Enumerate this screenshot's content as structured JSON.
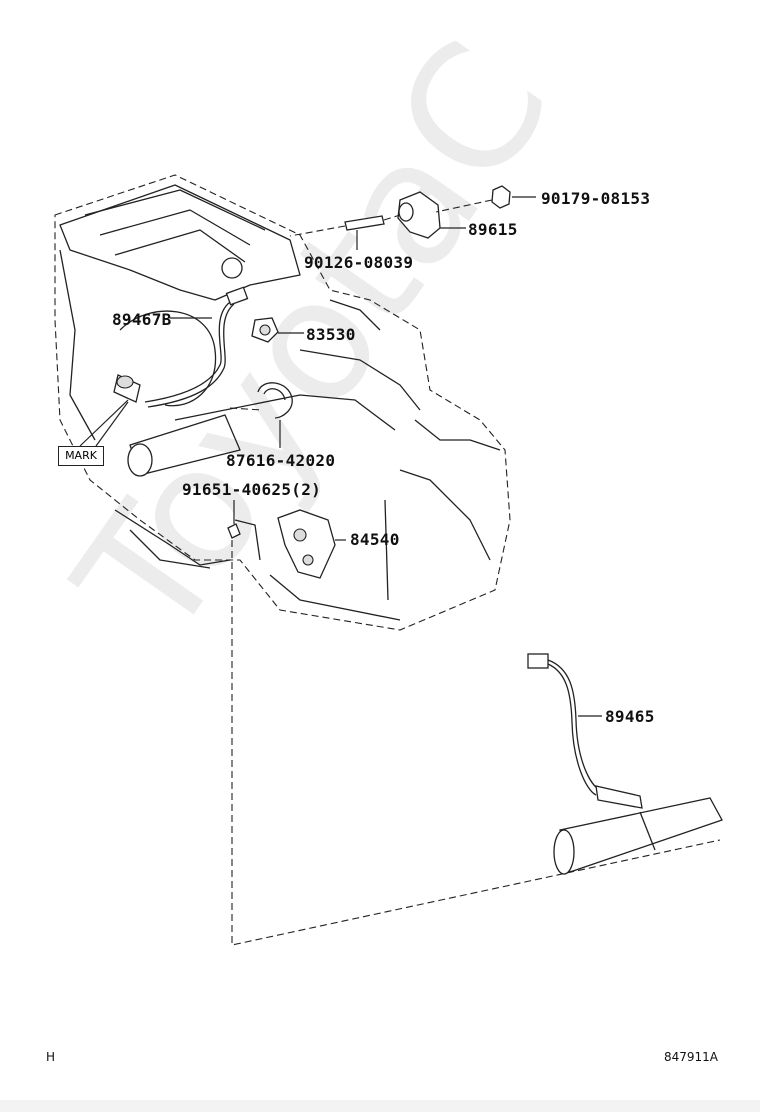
{
  "watermark": "ToyotaC",
  "parts": {
    "p90179": "90179-08153",
    "p89615": "89615",
    "p90126": "90126-08039",
    "p89467B": "89467B",
    "p83530": "83530",
    "p87616": "87616-42020",
    "p91651": "91651-40625(2)",
    "p84540": "84540",
    "p89465": "89465"
  },
  "mark_label": "MARK",
  "footer": {
    "left": "H",
    "right": "847911A"
  }
}
